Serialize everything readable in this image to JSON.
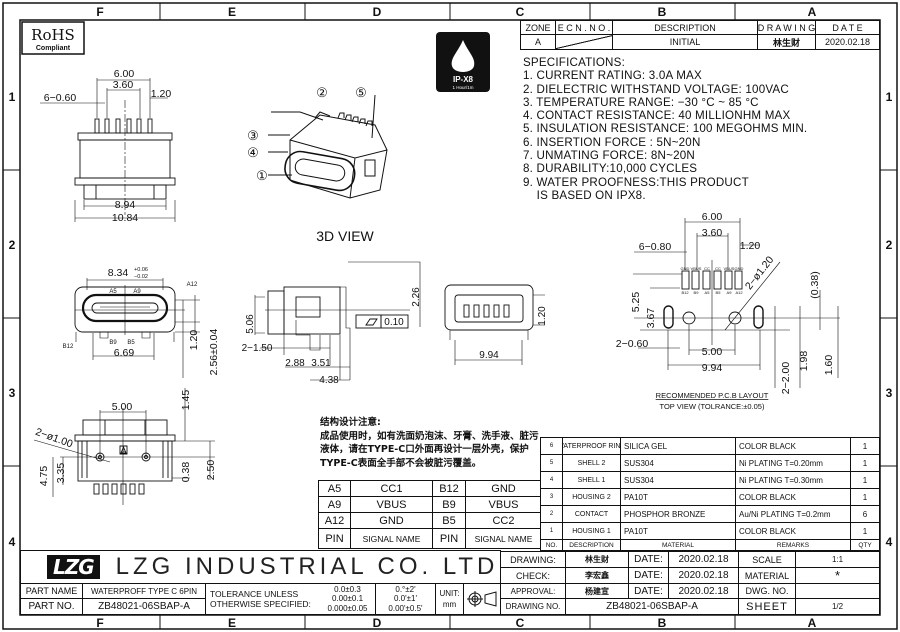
{
  "frame": {
    "columns": [
      "F",
      "E",
      "D",
      "C",
      "B",
      "A"
    ],
    "rows": [
      "1",
      "2",
      "3",
      "4"
    ]
  },
  "rohs": {
    "title": "RoHS",
    "subtitle": "Compliant"
  },
  "ip_logo": {
    "label": "IP-X8",
    "sub": "1 Hour/1m"
  },
  "revision": {
    "headers": [
      "ZONE",
      "E C N . N O .",
      "DESCRIPTION",
      "D R A W I N G",
      "D A T E"
    ],
    "row": [
      "A",
      "",
      "INITIAL",
      "林生财",
      "2020.02.18"
    ]
  },
  "specs": {
    "title": "SPECIFICATIONS:",
    "items": [
      "1. CURRENT RATING: 3.0A MAX",
      "2. DIELECTRIC WITHSTAND VOLTAGE: 100VAC",
      "3. TEMPERATURE RANGE: −30 °C ~ 85 °C",
      "4. CONTACT RESISTANCE: 40 MILLIONHM MAX",
      "5. INSULATION RESISTANCE: 100 MEGOHMS MIN.",
      "6. INSERTION FORCE : 5N~20N",
      "7. UNMATING FORCE: 8N~20N",
      "8. DURABILITY:10,000 CYCLES",
      "9. WATER PROOFNESS:THIS PRODUCT",
      "    IS BASED ON IPX8."
    ]
  },
  "views": {
    "top": {
      "dims": [
        "6.00",
        "3.60",
        "6−0.60",
        "1.20",
        "8.94",
        "10.84"
      ]
    },
    "iso": {
      "title": "3D VIEW",
      "callouts": [
        "①",
        "②",
        "③",
        "④",
        "⑤"
      ]
    },
    "front": {
      "dims": [
        "8.34",
        "+0.06",
        "−0.02",
        "A5",
        "A9",
        "A12",
        "B12",
        "B9",
        "B5",
        "6.69",
        "1.20",
        "2.56±0.04"
      ]
    },
    "side": {
      "dims": [
        "5.06",
        "2.26",
        "0.10",
        "2−1.50",
        "2.88",
        "3.51",
        "4.38"
      ]
    },
    "bottom": {
      "dims": [
        "5.00",
        "2−ø1.00",
        "4.75",
        "3.35",
        "1.45",
        "0.38",
        "2.50",
        "A"
      ]
    },
    "pcb": {
      "dims": [
        "6.00",
        "3.60",
        "6−0.80",
        "1.20",
        "2−ø1.20",
        "5.25",
        "3.67",
        "(0.38)",
        "2−0.60",
        "5.00",
        "9.94",
        "2−2.00",
        "1.98",
        "1.60"
      ],
      "pins": [
        "GND",
        "VBUS",
        "CC",
        "CC",
        "VBUS",
        "GND"
      ],
      "pins_bottom": [
        "B12",
        "B9",
        "A5",
        "B5",
        "A9",
        "A12"
      ],
      "caption": "RECOMMENDED P.C.B LAYOUT",
      "subcaption": "TOP VIEW (TOLRANCE:±0.05)"
    }
  },
  "notes": {
    "text": "结构设计注意:\n成品使用时，如有洗面奶泡沫、牙膏、洗手液、脏污液体，请在TYPE-C口外面再设计一层外壳，保护TYPE-C表面全手部不会被脏污覆盖。"
  },
  "pin_table": {
    "rows": [
      [
        "A5",
        "CC1",
        "B12",
        "GND"
      ],
      [
        "A9",
        "VBUS",
        "B9",
        "VBUS"
      ],
      [
        "A12",
        "GND",
        "B5",
        "CC2"
      ],
      [
        "PIN",
        "SIGNAL NAME",
        "PIN",
        "SIGNAL NAME"
      ]
    ]
  },
  "bom": {
    "rows": [
      [
        "6",
        "WATERPROOF RING",
        "SILICA GEL",
        "COLOR BLACK",
        "1"
      ],
      [
        "5",
        "SHELL 2",
        "SUS304",
        "Ni   PLATING T=0.20mm",
        "1"
      ],
      [
        "4",
        "SHELL 1",
        "SUS304",
        "Ni   PLATING T=0.30mm",
        "1"
      ],
      [
        "3",
        "HOUSING 2",
        "PA10T",
        "COLOR BLACK",
        "1"
      ],
      [
        "2",
        "CONTACT",
        "PHOSPHOR BRONZE",
        "Au/Ni   PLATING T=0.2mm",
        "6"
      ],
      [
        "1",
        "HOUSING 1",
        "PA10T",
        "COLOR BLACK",
        "1"
      ]
    ],
    "headers": [
      "NO.",
      "DESCRIPTION",
      "MATERIAL",
      "REMARKS",
      "QTY"
    ]
  },
  "title_block": {
    "logo": "LZG",
    "company": "LZG INDUSTRIAL CO. LTD",
    "part_name_label": "PART NAME",
    "part_name": "WATERPROFF TYPE C 6PIN",
    "part_no_label": "PART NO.",
    "part_no": "ZB48021-06SBAP-A",
    "tolerance_label": "TOLERANCE UNLESS\nOTHERWISE SPECIFIED:",
    "tol_linear": [
      "0.0±0.3",
      "0.00±0.1",
      "0.000±0.05"
    ],
    "tol_angle": [
      "0.°±2'",
      "0.0'±1'",
      "0.00'±0.5'"
    ],
    "unit_label": "UNIT:",
    "unit": "mm",
    "drawing_label": "DRAWING:",
    "drawing_by": "林生财",
    "check_label": "CHECK:",
    "check_by": "李宏鑫",
    "approval_label": "APPROVAL:",
    "approval_by": "杨建宣",
    "date_label": "DATE:",
    "dates": [
      "2020.02.18",
      "2020.02.18",
      "2020.02.18"
    ],
    "scale_label": "SCALE",
    "scale": "1:1",
    "material_label": "MATERIAL",
    "material": "*",
    "dwg_no_label": "DWG. NO.",
    "dwg_no": "",
    "drawing_no_label": "DRAWING NO.",
    "drawing_no": "ZB48021-06SBAP-A",
    "sheet_label": "SHEET",
    "sheet": "1/2"
  }
}
